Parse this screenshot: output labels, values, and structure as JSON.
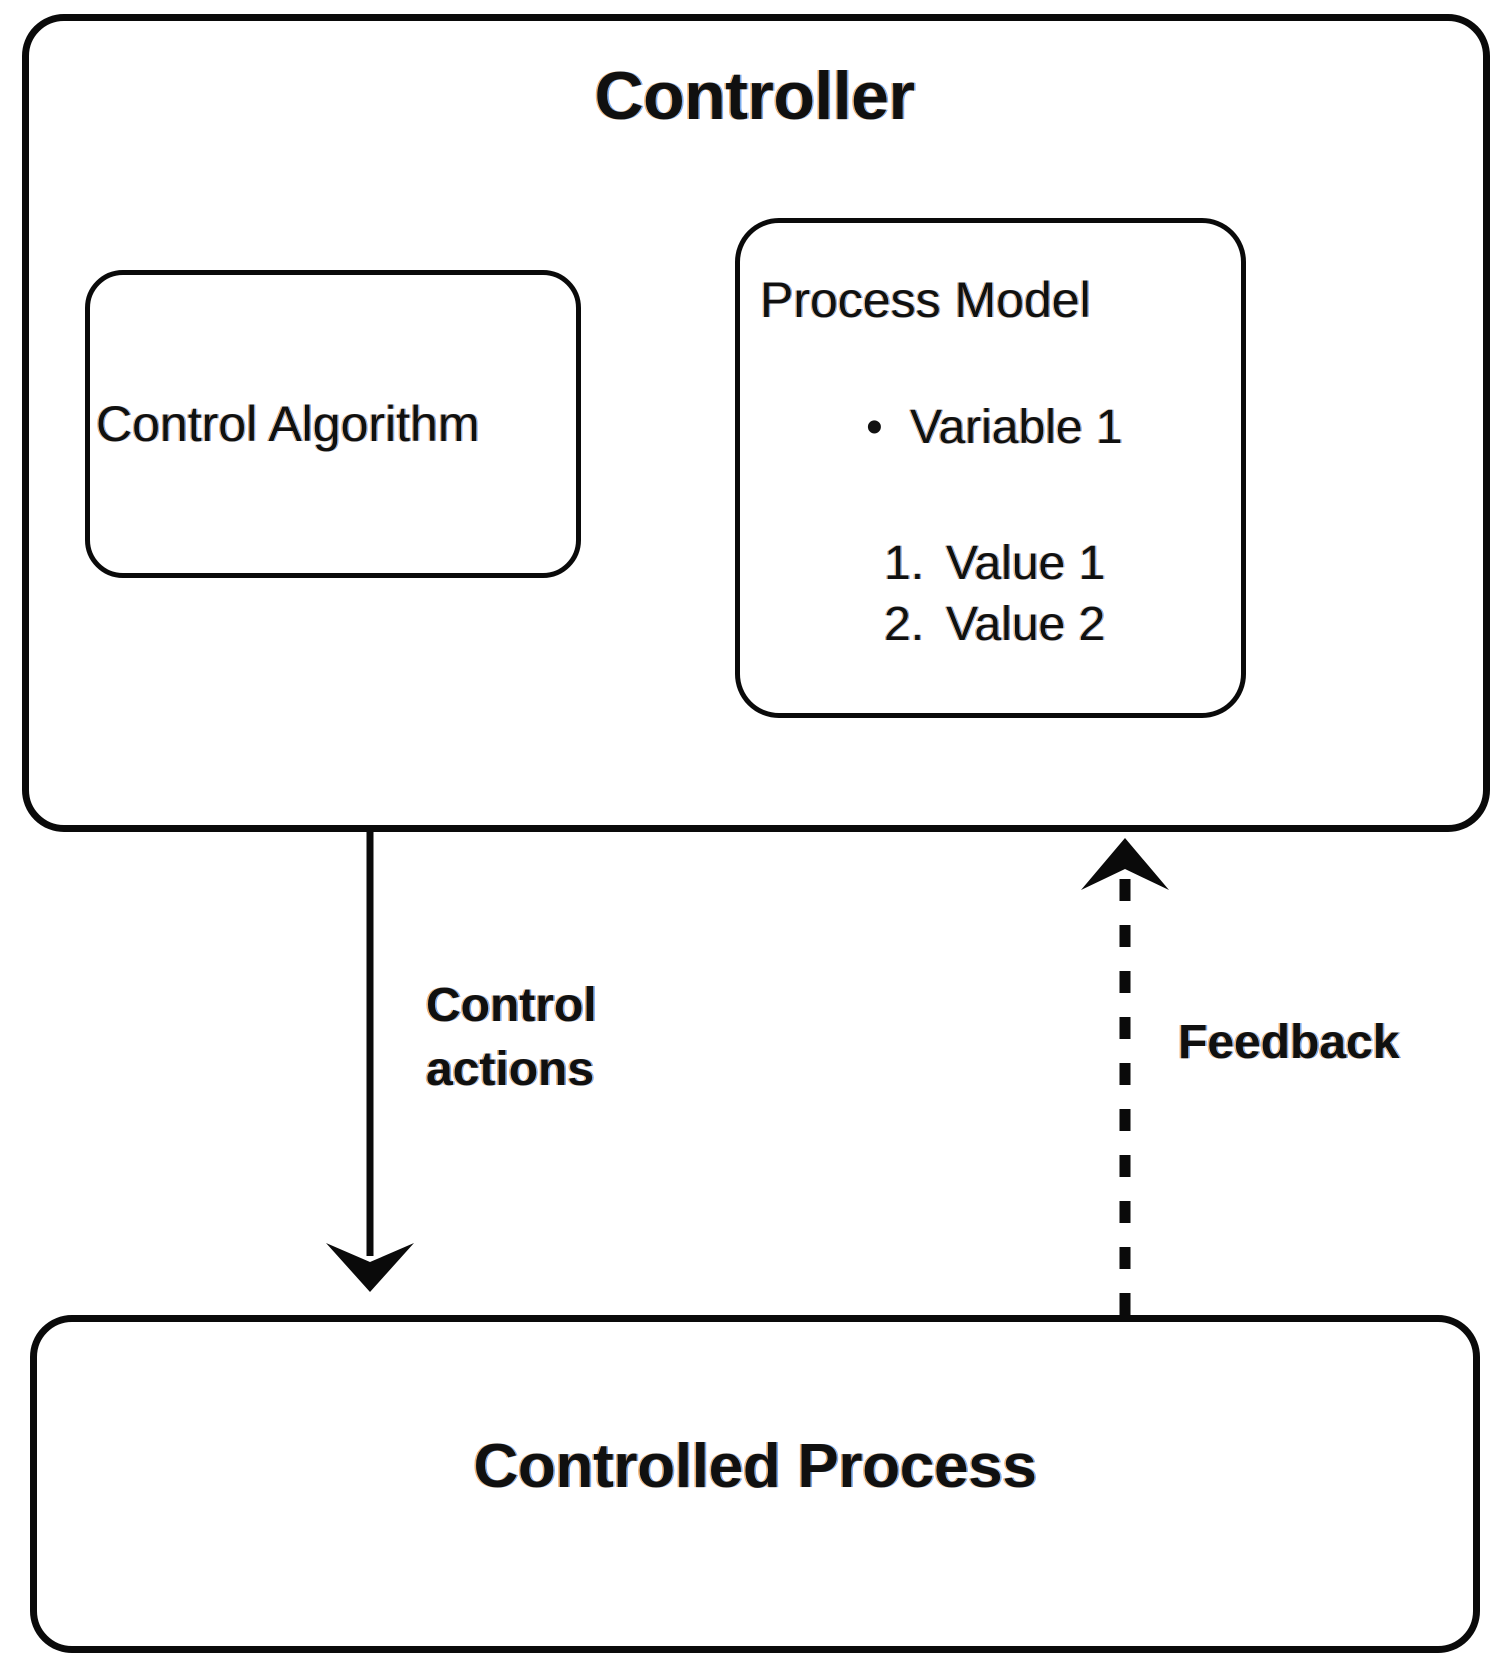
{
  "diagram": {
    "title": "Controller",
    "controller": {
      "title": "Controller",
      "control_algorithm": {
        "label": "Control Algorithm"
      },
      "process_model": {
        "label": "Process Model",
        "bullets": [
          {
            "marker": "•",
            "text": "Variable 1"
          }
        ],
        "numbered": [
          {
            "marker": "1.",
            "text": "Value 1"
          },
          {
            "marker": "2.",
            "text": "Value 2"
          }
        ]
      }
    },
    "controlled_process": {
      "label": "Controlled Process"
    },
    "connectors": [
      {
        "name": "control-actions-arrow",
        "label_line_1": "Control",
        "label_line_2": "actions",
        "style": "solid",
        "direction": "down",
        "from": "controller",
        "to": "controlled-process"
      },
      {
        "name": "feedback-arrow",
        "label": "Feedback",
        "style": "dashed",
        "direction": "up",
        "from": "controlled-process",
        "to": "controller"
      }
    ],
    "colors": {
      "stroke": "#0a0a0a",
      "text": "#101010",
      "background": "#ffffff",
      "fringe_warm": "#e88420",
      "fringe_cool": "#2878e1"
    }
  }
}
